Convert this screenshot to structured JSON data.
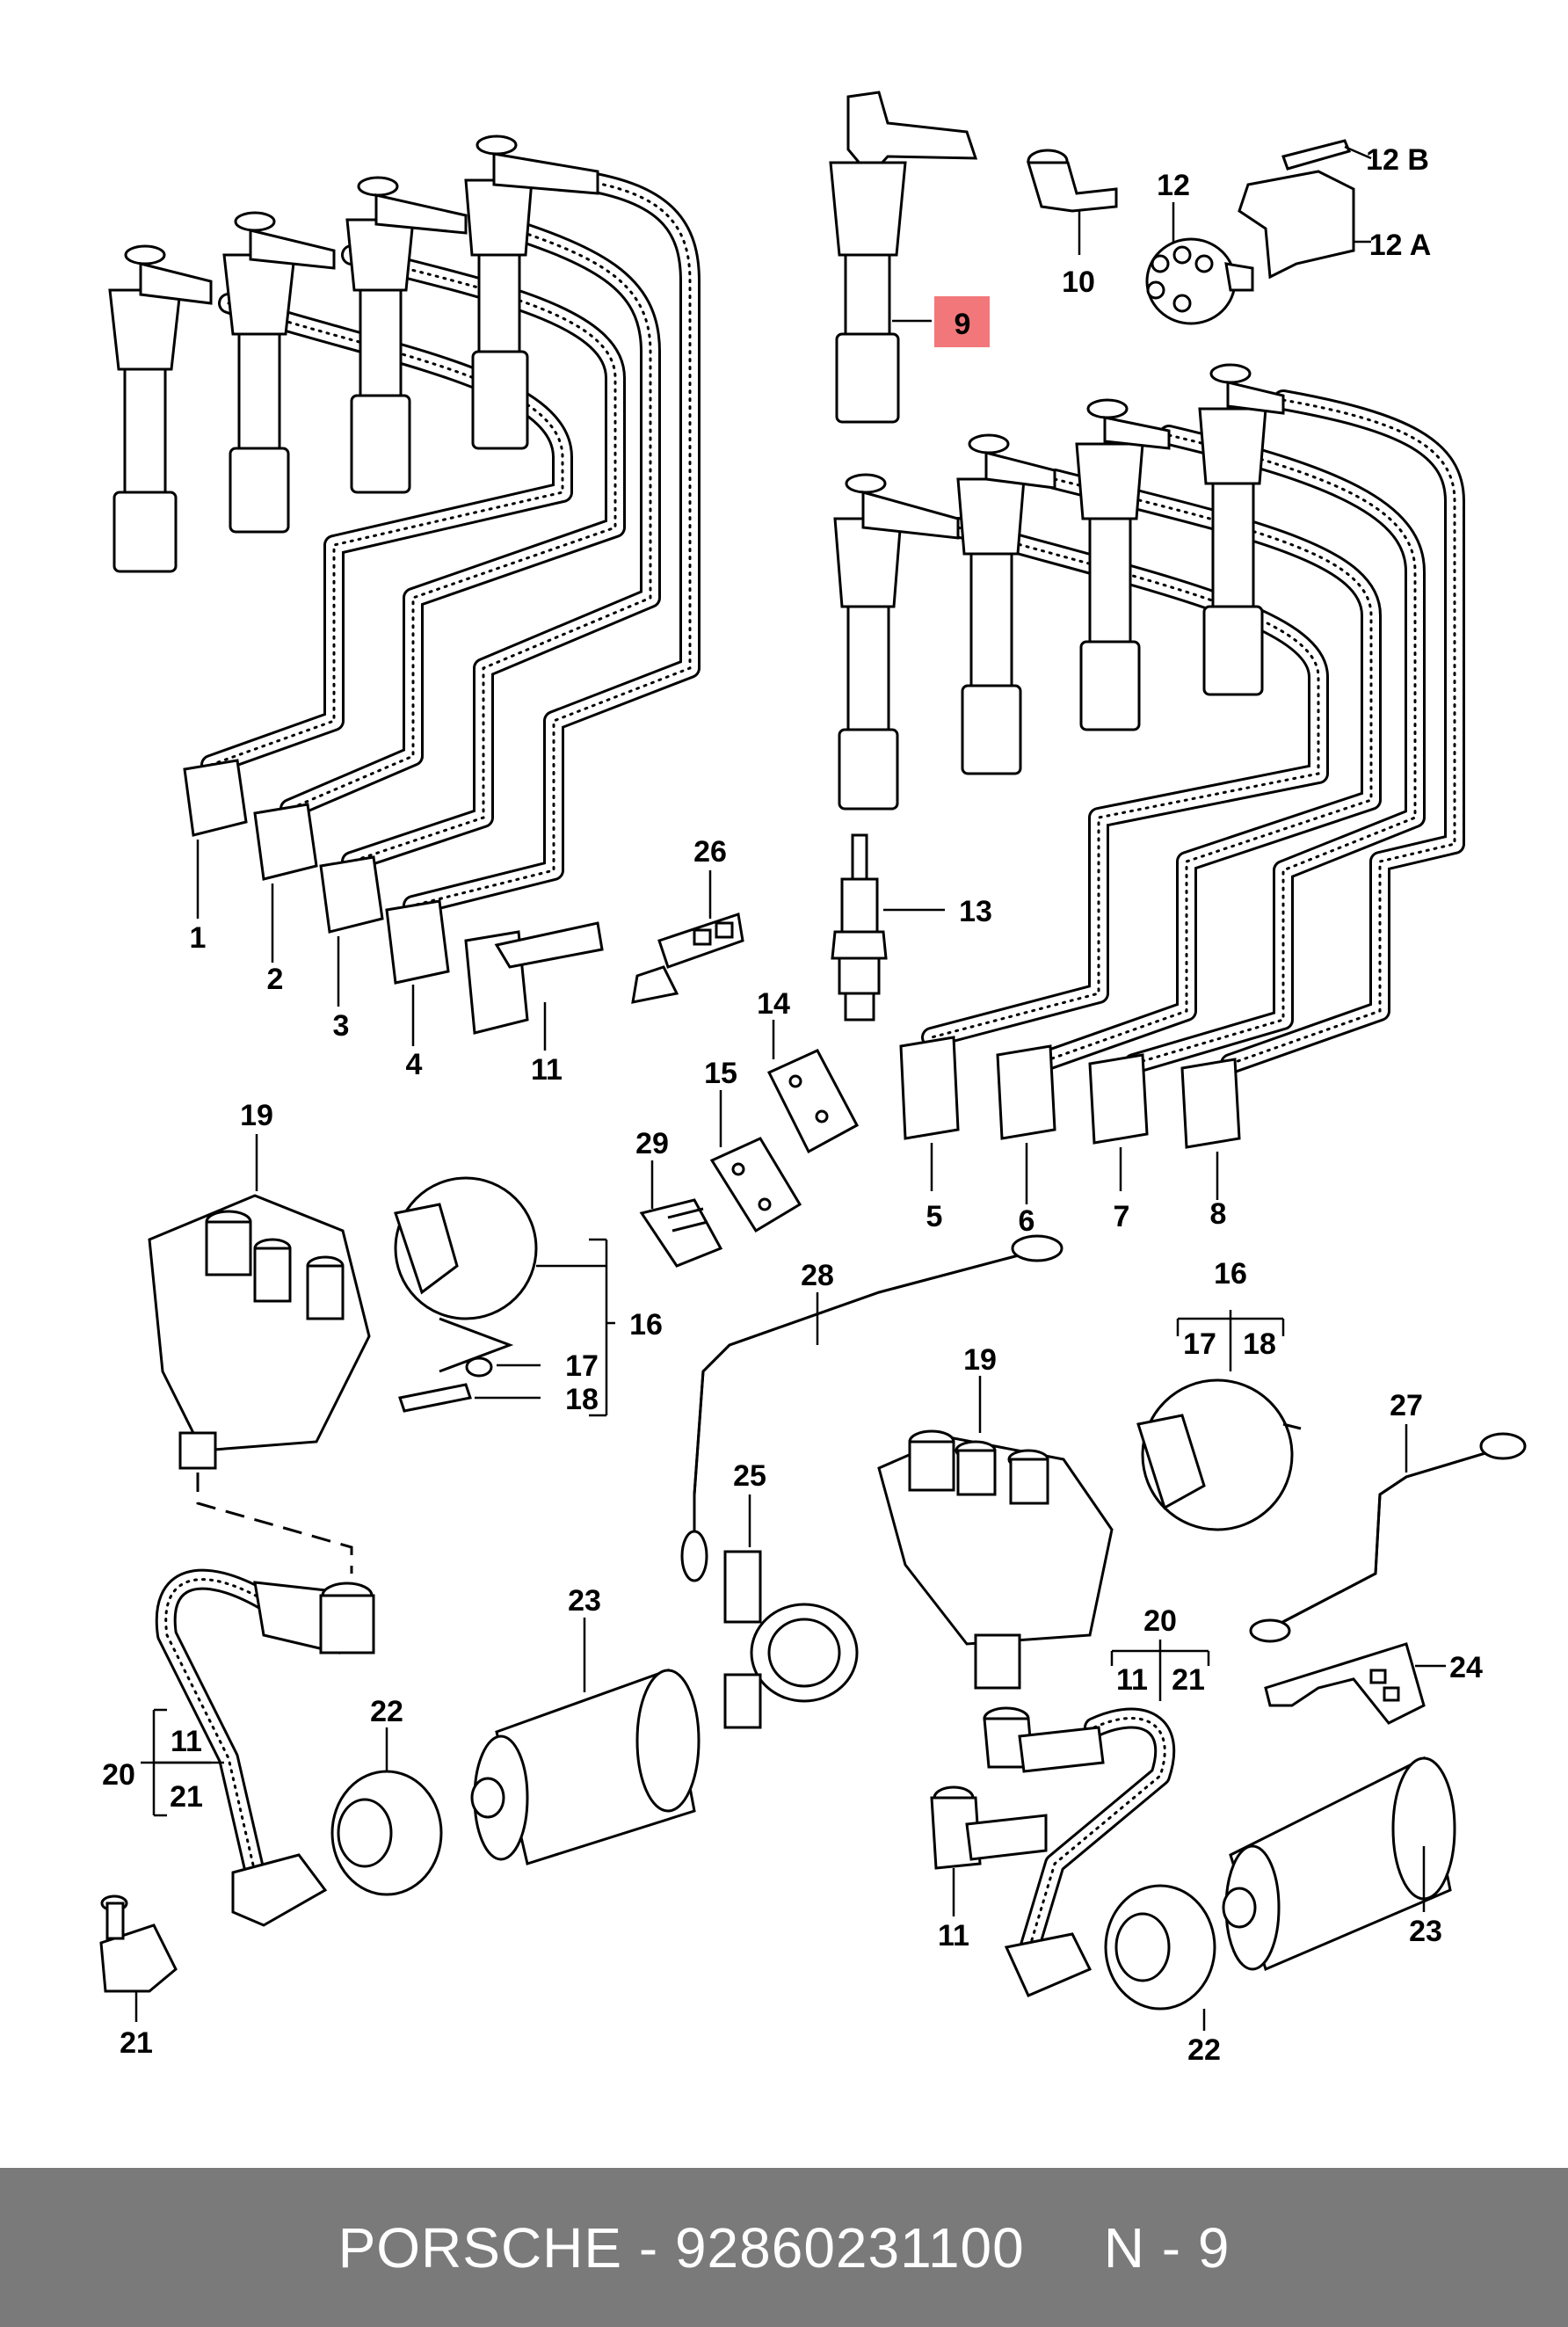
{
  "callouts": {
    "c1": "1",
    "c2": "2",
    "c3": "3",
    "c4": "4",
    "c5": "5",
    "c6": "6",
    "c7": "7",
    "c8": "8",
    "c9": "9",
    "c10": "10",
    "c11a": "11",
    "c11b": "11",
    "c11c": "11",
    "c11d": "11",
    "c12": "12",
    "c12a": "12 A",
    "c12b": "12 B",
    "c13": "13",
    "c14": "14",
    "c15": "15",
    "c16a": "16",
    "c16b": "16",
    "c17a": "17",
    "c17b": "17",
    "c18a": "18",
    "c18b": "18",
    "c19a": "19",
    "c19b": "19",
    "c20a": "20",
    "c20b": "20",
    "c21a": "21",
    "c21b": "21",
    "c21c": "21",
    "c22a": "22",
    "c22b": "22",
    "c23a": "23",
    "c23b": "23",
    "c24": "24",
    "c25": "25",
    "c26": "26",
    "c27": "27",
    "c28": "28",
    "c29": "29"
  },
  "highlight": {
    "part": "9",
    "color": "#f2777a"
  },
  "footer": {
    "brand_part": "PORSCHE - 92860231100",
    "position": "N - 9"
  }
}
